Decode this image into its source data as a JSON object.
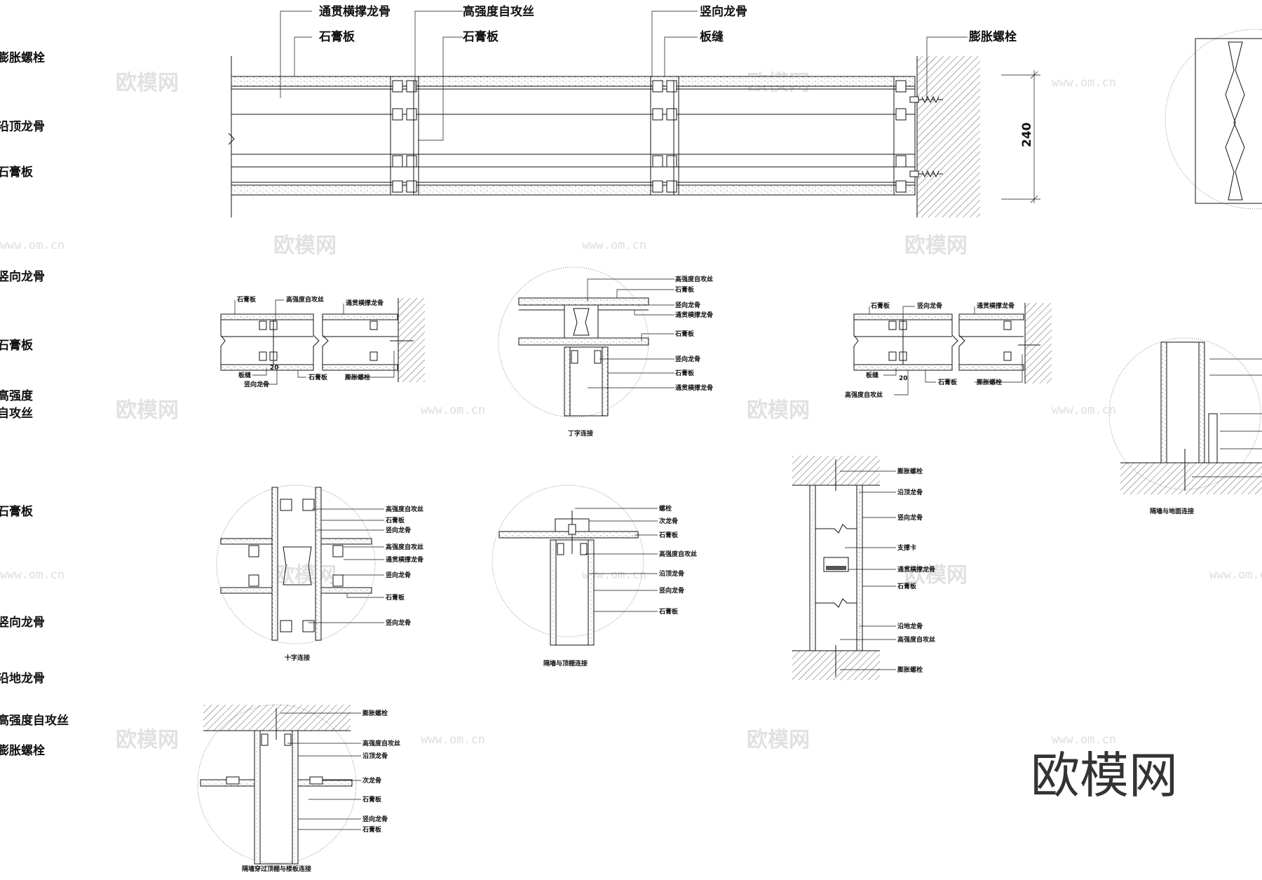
{
  "left_labels": [
    "膨胀螺栓",
    "沿顶龙骨",
    "石膏板",
    "竖向龙骨",
    "石膏板",
    "高强度",
    "自攻丝",
    "石膏板",
    "竖向龙骨",
    "沿地龙骨",
    "高强度自攻丝",
    "膨胀螺栓"
  ],
  "main_section": {
    "labels": {
      "top_a": "通贯横撑龙骨",
      "top_b": "高强度自攻丝",
      "top_c": "竖向龙骨",
      "top_d": "膨胀螺栓",
      "sub_a": "石膏板",
      "sub_b": "石膏板",
      "sub_c": "板缝"
    },
    "dimension": "240"
  },
  "plan_left": {
    "labels": {
      "t1": "石膏板",
      "t2": "高强度自攻丝",
      "t3": "通贯横撑龙骨",
      "b1": "板缝",
      "b2": "竖向龙骨",
      "b3": "石膏板",
      "b4": "膨胀螺栓"
    },
    "dimension": "20"
  },
  "plan_right": {
    "labels": {
      "t1": "石膏板",
      "t2": "竖向龙骨",
      "t3": "通贯横撑龙骨",
      "b1": "板缝",
      "b2": "高强度自攻丝",
      "b3": "石膏板",
      "b4": "膨胀螺栓"
    },
    "dimension": "20"
  },
  "detail_t": {
    "caption": "丁字连接",
    "labels": [
      "高强度自攻丝",
      "石膏板",
      "竖向龙骨",
      "通贯横撑龙骨",
      "石膏板",
      "竖向龙骨",
      "石膏板",
      "通贯横撑龙骨"
    ]
  },
  "detail_cross": {
    "caption": "十字连接",
    "labels": [
      "高强度自攻丝",
      "石膏板",
      "竖向龙骨",
      "高强度自攻丝",
      "通贯横撑龙骨",
      "竖向龙骨",
      "石膏板",
      "竖向龙骨"
    ]
  },
  "detail_ceiling": {
    "caption": "隔墙与顶棚连接",
    "labels": [
      "螺栓",
      "次龙骨",
      "石膏板",
      "高强度自攻丝",
      "沿顶龙骨",
      "竖向龙骨",
      "石膏板"
    ]
  },
  "elevation": {
    "labels": [
      "膨胀螺栓",
      "沿顶龙骨",
      "竖向龙骨",
      "支撑卡",
      "通贯横撑龙骨",
      "石膏板",
      "沿地龙骨",
      "高强度自攻丝",
      "膨胀螺栓"
    ]
  },
  "detail_floor": {
    "caption": "隔墙与地面连接"
  },
  "detail_slab": {
    "caption": "隔墙穿过顶棚与楼板连接",
    "labels": [
      "膨胀螺栓",
      "高强度自攻丝",
      "沿顶龙骨",
      "次龙骨",
      "石膏板",
      "竖向龙骨",
      "石膏板"
    ]
  },
  "watermark": {
    "cn": "欧模网",
    "url": "www.om.cn"
  },
  "brand": "欧模网"
}
